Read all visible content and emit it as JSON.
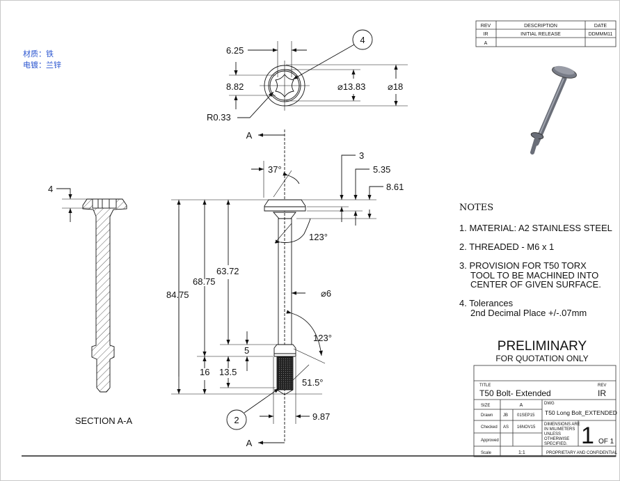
{
  "material_note": {
    "line1": "材质：铁",
    "line2": "电镀：兰锌"
  },
  "revision_table": {
    "headers": [
      "REV",
      "DESCRIPTION",
      "DATE"
    ],
    "rows": [
      [
        "IR",
        "INITIAL RELEASE",
        "DDMMM11"
      ],
      [
        "A",
        "",
        ""
      ]
    ]
  },
  "top_view": {
    "dim_6_25": "6.25",
    "dim_8_82": "8.82",
    "dim_dia_13_83": "⌀13.83",
    "dim_dia_18": "⌀18",
    "dim_r": "R0.33",
    "balloon": "4"
  },
  "front_view": {
    "section_label": "A",
    "dim_37": "37°",
    "dim_3": "3",
    "dim_5_35": "5.35",
    "dim_8_61": "8.61",
    "dim_123_top": "123°",
    "dim_84_75": "84.75",
    "dim_68_75": "68.75",
    "dim_63_72": "63.72",
    "dim_dia_6": "⌀6",
    "dim_123_bottom": "123°",
    "dim_5": "5",
    "dim_16": "16",
    "dim_13_5": "13.5",
    "dim_51_5": "51.5°",
    "dim_9_87": "9.87",
    "balloon": "2"
  },
  "section_view": {
    "dim_4": "4",
    "title": "SECTION A-A"
  },
  "notes": {
    "heading": "NOTES",
    "items": [
      [
        "1. MATERIAL: A2 STAINLESS STEEL"
      ],
      [
        "2. THREADED - M6 x 1"
      ],
      [
        "3. PROVISION FOR T50 TORX",
        "TOOL TO BE MACHINED INTO",
        "CENTER OF GIVEN SURFACE."
      ],
      [
        "4. Tolerances",
        "2nd Decimal Place +/-.07mm"
      ]
    ]
  },
  "stamp": {
    "title": "PRELIMINARY",
    "subtitle": "FOR QUOTATION ONLY"
  },
  "title_block": {
    "title_label": "TITLE",
    "title": "T50 Bolt- Extended",
    "rev_label": "REV",
    "rev": "IR",
    "size_label": "SIZE",
    "size": "A",
    "dwg_label": "DWG",
    "dwg": "T50 Long Bolt_EXTENDED",
    "drawn_label": "Drawn",
    "drawn_by": "JB",
    "drawn_date": "01SEP15",
    "checked_label": "Checked",
    "checked_by": "AS",
    "checked_date": "16NOV15",
    "approved_label": "Approved",
    "dims_note": [
      "DIMENSIONS ARE",
      "IN MILIMETERS",
      "UNLESS",
      "OTHERWISE",
      "SPECIFIED."
    ],
    "sheet": "1",
    "sheet_of": "OF 1",
    "scale_label": "Scale",
    "scale": "1:1",
    "proprietary": "PROPRIETARY AND CONFIDENTIAL"
  }
}
